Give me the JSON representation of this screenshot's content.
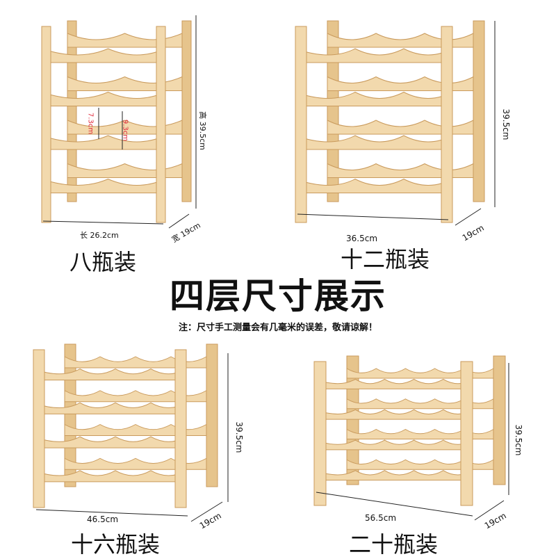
{
  "heading": "四层尺寸展示",
  "note": "注：尺寸手工测量会有几毫米的误差，敬请谅解！",
  "colors": {
    "wood_light": "#f2d9ad",
    "wood_mid": "#e6c48c",
    "wood_dark": "#c99a5c",
    "screw": "#6b4a2b",
    "dim_line": "#222222",
    "accent_red": "#e0283a"
  },
  "racks": [
    {
      "caption": "八瓶装",
      "width_label": "长 26.2cm",
      "depth_label": "宽 19cm",
      "height_label": "高 39.5cm",
      "gap_small": "7.3cm",
      "gap_large": "9.3cm",
      "bottles_per_row": 2
    },
    {
      "caption": "十二瓶装",
      "width_label": "36.5cm",
      "depth_label": "19cm",
      "height_label": "39.5cm",
      "bottles_per_row": 3
    },
    {
      "caption": "十六瓶装",
      "width_label": "46.5cm",
      "depth_label": "19cm",
      "height_label": "39.5cm",
      "bottles_per_row": 4
    },
    {
      "caption": "二十瓶装",
      "width_label": "56.5cm",
      "depth_label": "19cm",
      "height_label": "39.5cm",
      "bottles_per_row": 5
    }
  ]
}
